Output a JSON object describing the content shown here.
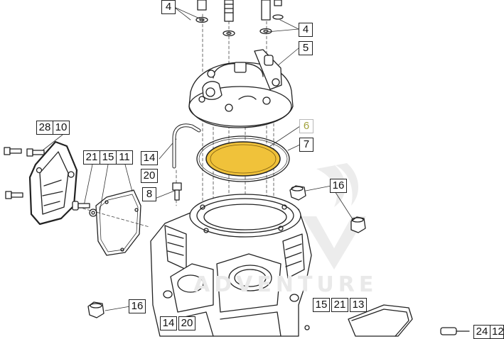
{
  "diagram": {
    "highlight_color": "#f0c23a",
    "watermark_text": "ADVENTURE",
    "callouts": [
      {
        "id": "c4a",
        "label": "4"
      },
      {
        "id": "c4b",
        "label": "4"
      },
      {
        "id": "c5",
        "label": "5"
      },
      {
        "id": "c6",
        "label": "6",
        "highlighted": true
      },
      {
        "id": "c7",
        "label": "7"
      },
      {
        "id": "c28",
        "label": "28"
      },
      {
        "id": "c10",
        "label": "10"
      },
      {
        "id": "c21a",
        "label": "21"
      },
      {
        "id": "c15a",
        "label": "15"
      },
      {
        "id": "c11",
        "label": "11"
      },
      {
        "id": "c14a",
        "label": "14"
      },
      {
        "id": "c20a",
        "label": "20"
      },
      {
        "id": "c8",
        "label": "8"
      },
      {
        "id": "c16a",
        "label": "16"
      },
      {
        "id": "c16b",
        "label": "16"
      },
      {
        "id": "c14b",
        "label": "14"
      },
      {
        "id": "c20b",
        "label": "20"
      },
      {
        "id": "c15b",
        "label": "15"
      },
      {
        "id": "c21b",
        "label": "21"
      },
      {
        "id": "c13",
        "label": "13"
      },
      {
        "id": "c24",
        "label": "24"
      },
      {
        "id": "c12",
        "label": "12"
      }
    ]
  }
}
